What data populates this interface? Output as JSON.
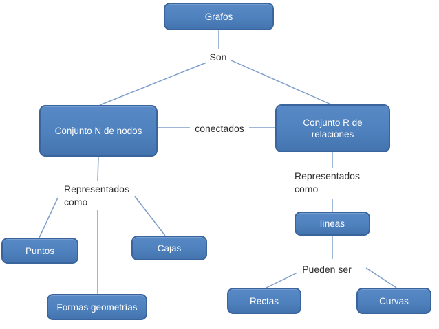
{
  "theme": {
    "node_fill_top": "#5889c6",
    "node_fill": "#4e81bd",
    "node_fill_bottom": "#4474b0",
    "node_border": "#3a659c",
    "node_text": "#ffffff",
    "connector": "#7e9fc9",
    "label_text": "#2e2e2e",
    "background": "#ffffff"
  },
  "diagram": {
    "nodes": {
      "grafos": "Grafos",
      "nodos": "Conjunto N de nodos",
      "relaciones": "Conjunto R de relaciones",
      "puntos": "Puntos",
      "cajas": "Cajas",
      "formas": "Formas geometrías",
      "lineas": "líneas",
      "rectas": "Rectas",
      "curvas": "Curvas"
    },
    "edge_labels": {
      "son": "Son",
      "conectados": "conectados",
      "representados_nodos": "Representados como",
      "representados_relaciones": "Representados como",
      "pueden_ser": "Pueden ser"
    }
  }
}
